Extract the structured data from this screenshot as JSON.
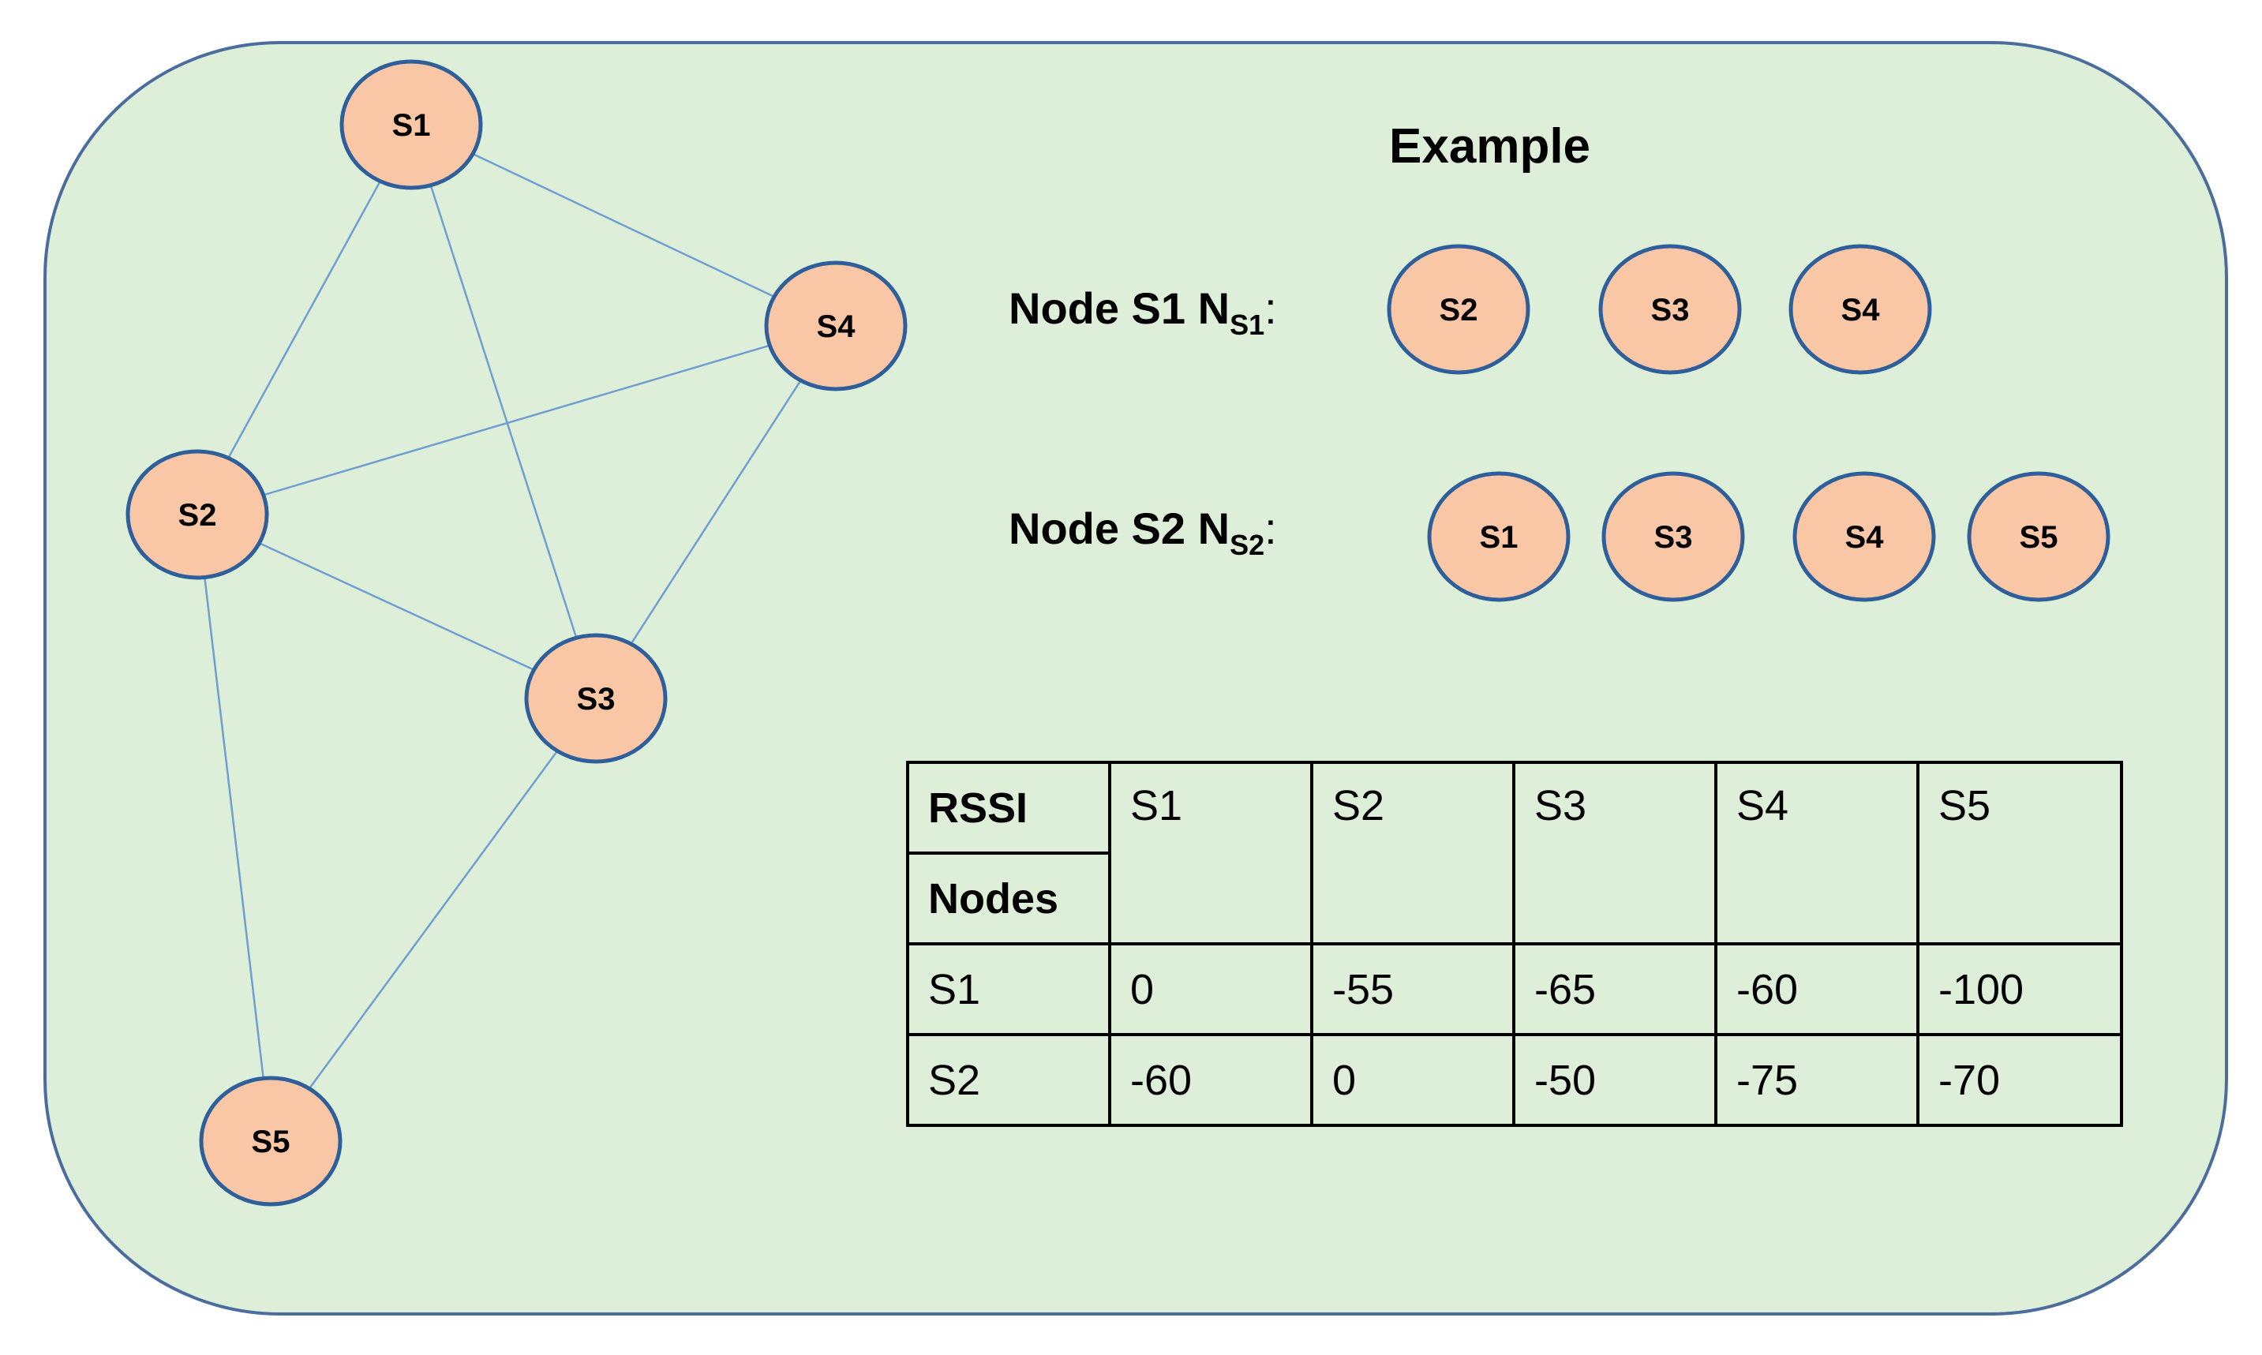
{
  "example_title": "Example",
  "graph": {
    "nodes": [
      {
        "id": "S1",
        "label": "S1"
      },
      {
        "id": "S2",
        "label": "S2"
      },
      {
        "id": "S3",
        "label": "S3"
      },
      {
        "id": "S4",
        "label": "S4"
      },
      {
        "id": "S5",
        "label": "S5"
      }
    ],
    "edges": [
      [
        "S1",
        "S2"
      ],
      [
        "S1",
        "S3"
      ],
      [
        "S1",
        "S4"
      ],
      [
        "S2",
        "S3"
      ],
      [
        "S2",
        "S4"
      ],
      [
        "S2",
        "S5"
      ],
      [
        "S3",
        "S4"
      ],
      [
        "S3",
        "S5"
      ]
    ]
  },
  "neighbor_sets": [
    {
      "prefix": "Node S1 N",
      "subscript": "S1",
      "suffix": ":",
      "neighbors": [
        "S2",
        "S3",
        "S4"
      ]
    },
    {
      "prefix": "Node S2 N",
      "subscript": "S2",
      "suffix": ":",
      "neighbors": [
        "S1",
        "S3",
        "S4",
        "S5"
      ]
    }
  ],
  "rssi_table": {
    "corner_top": "RSSI",
    "corner_bottom": "Nodes",
    "columns": [
      "S1",
      "S2",
      "S3",
      "S4",
      "S5"
    ],
    "rows": [
      {
        "node": "S1",
        "values": [
          "0",
          "-55",
          "-65",
          "-60",
          "-100"
        ]
      },
      {
        "node": "S2",
        "values": [
          "-60",
          "0",
          "-50",
          "-75",
          "-70"
        ]
      }
    ]
  }
}
